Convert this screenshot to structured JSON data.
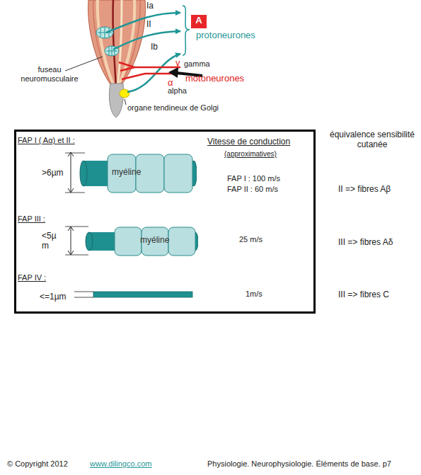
{
  "diagram": {
    "nodes": [
      {
        "text": [
          "A"
        ]
      },
      {
        "text": [
          "FAP I ( Aα) et II :",
          ">6µm",
          "Vitesse de conduction",
          "(approximatives)",
          "FAP I : 100 m/s",
          "FAP II : 60 m/s",
          "FAP III :",
          "<5µ m",
          "25 m/s",
          "FAP IV :",
          "<=1µm",
          "1m/s"
        ]
      },
      {
        "text": [
          "myéline"
        ],
        "in": 1
      },
      {
        "text": [
          "myéline"
        ],
        "in": 1
      }
    ],
    "labels": [
      "Ia",
      "II",
      "Ib",
      "protoneurones",
      "γ",
      "gamma",
      "α",
      "alpha",
      "motoneurones",
      "fuseau neuromusculaire",
      "organe tendineux de Golgi",
      "équivalence sensibilité cutanée",
      "II => fibres Aβ",
      "III => fibres Aδ",
      "III => fibres C",
      "© Copyright 2012",
      "www.dilingco.com",
      "Physiologie. Neurophysiologie. Éléments de base. p7"
    ]
  }
}
